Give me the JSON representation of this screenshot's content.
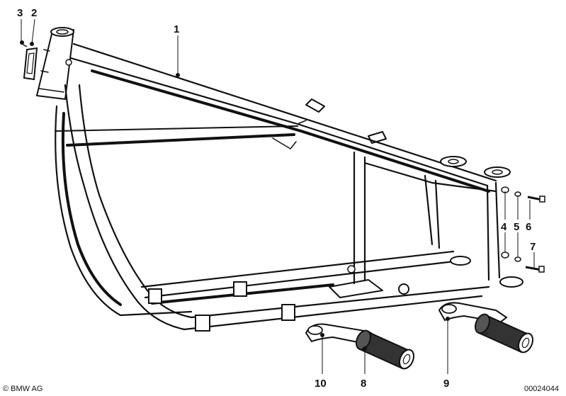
{
  "callouts": {
    "c1": "1",
    "c2": "2",
    "c3": "3",
    "c4": "4",
    "c5": "5",
    "c6": "6",
    "c7": "7",
    "c8": "8",
    "c9": "9",
    "c10": "10"
  },
  "footer": {
    "copyright": "© BMW AG",
    "drawing_number": "00024044"
  }
}
